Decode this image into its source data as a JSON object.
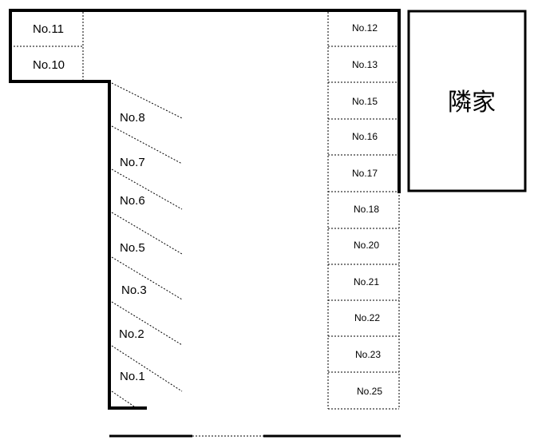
{
  "lot": {
    "left_spaces": [
      {
        "id": "space-11",
        "label": "No.11"
      },
      {
        "id": "space-10",
        "label": "No.10"
      },
      {
        "id": "space-8",
        "label": "No.8"
      },
      {
        "id": "space-7",
        "label": "No.7"
      },
      {
        "id": "space-6",
        "label": "No.6"
      },
      {
        "id": "space-5",
        "label": "No.5"
      },
      {
        "id": "space-3",
        "label": "No.3"
      },
      {
        "id": "space-2",
        "label": "No.2"
      },
      {
        "id": "space-1",
        "label": "No.1"
      }
    ],
    "right_spaces": [
      {
        "id": "space-12",
        "label": "No.12"
      },
      {
        "id": "space-13",
        "label": "No.13"
      },
      {
        "id": "space-15",
        "label": "No.15"
      },
      {
        "id": "space-16",
        "label": "No.16"
      },
      {
        "id": "space-17",
        "label": "No.17"
      },
      {
        "id": "space-18",
        "label": "No.18"
      },
      {
        "id": "space-20",
        "label": "No.20"
      },
      {
        "id": "space-21",
        "label": "No.21"
      },
      {
        "id": "space-22",
        "label": "No.22"
      },
      {
        "id": "space-23",
        "label": "No.23"
      },
      {
        "id": "space-25",
        "label": "No.25"
      }
    ]
  },
  "neighbor": {
    "label": "隣家"
  }
}
